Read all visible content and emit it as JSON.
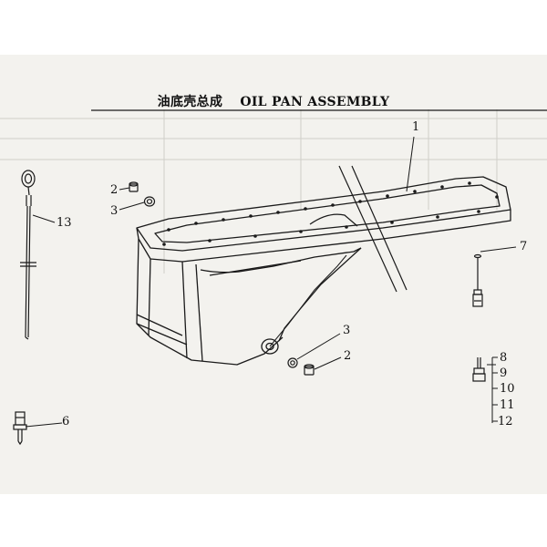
{
  "title": {
    "zh": "油底壳总成",
    "en": "OIL PAN ASSEMBLY"
  },
  "callouts": [
    {
      "id": "c1",
      "text": "1"
    },
    {
      "id": "c2a",
      "text": "2"
    },
    {
      "id": "c3a",
      "text": "3"
    },
    {
      "id": "c13",
      "text": "13"
    },
    {
      "id": "c7",
      "text": "7"
    },
    {
      "id": "c3b",
      "text": "3"
    },
    {
      "id": "c2b",
      "text": "2"
    },
    {
      "id": "c6",
      "text": "6"
    },
    {
      "id": "c8",
      "text": "8"
    },
    {
      "id": "c9",
      "text": "9"
    },
    {
      "id": "c10",
      "text": "10"
    },
    {
      "id": "c11",
      "text": "11"
    },
    {
      "id": "c12",
      "text": "12"
    }
  ],
  "colors": {
    "line": "#1a1a1a",
    "paper": "#f3f2ee",
    "ghost": "#c9c8c2"
  }
}
